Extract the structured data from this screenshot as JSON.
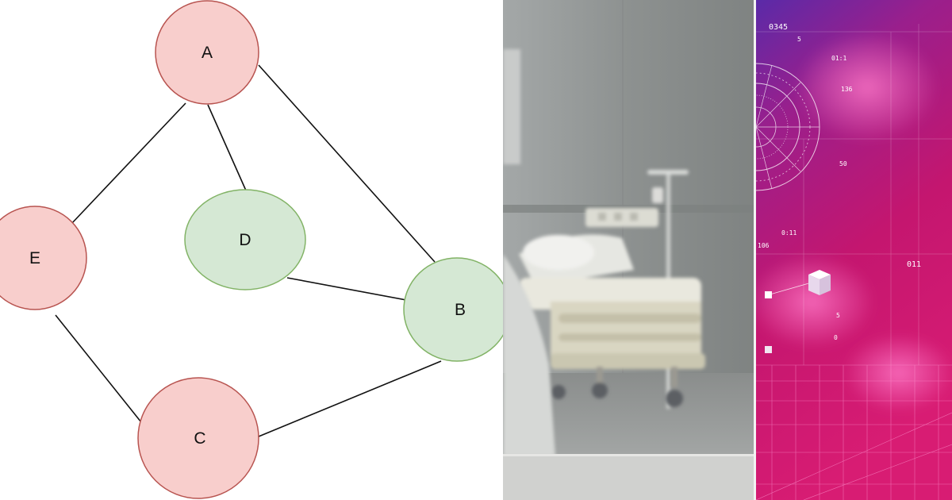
{
  "graph": {
    "nodes": [
      {
        "id": "A",
        "label": "A",
        "state": "unvisited"
      },
      {
        "id": "E",
        "label": "E",
        "state": "unvisited"
      },
      {
        "id": "D",
        "label": "D",
        "state": "visited"
      },
      {
        "id": "B",
        "label": "B",
        "state": "visited"
      },
      {
        "id": "C",
        "label": "C",
        "state": "unvisited"
      }
    ],
    "edges": [
      {
        "from": "A",
        "to": "E"
      },
      {
        "from": "A",
        "to": "D"
      },
      {
        "from": "A",
        "to": "B"
      },
      {
        "from": "D",
        "to": "B"
      },
      {
        "from": "E",
        "to": "C"
      },
      {
        "from": "C",
        "to": "B"
      }
    ],
    "colors": {
      "unvisited_fill": "#f8cecc",
      "unvisited_stroke": "#b85450",
      "visited_fill": "#d5e8d4",
      "visited_stroke": "#82b366",
      "edge": "#111111"
    }
  },
  "data_overlay": {
    "labels": [
      "0345",
      "5",
      "01:1",
      "136",
      "50",
      "0:11",
      "011",
      "106",
      "5",
      "0"
    ]
  }
}
